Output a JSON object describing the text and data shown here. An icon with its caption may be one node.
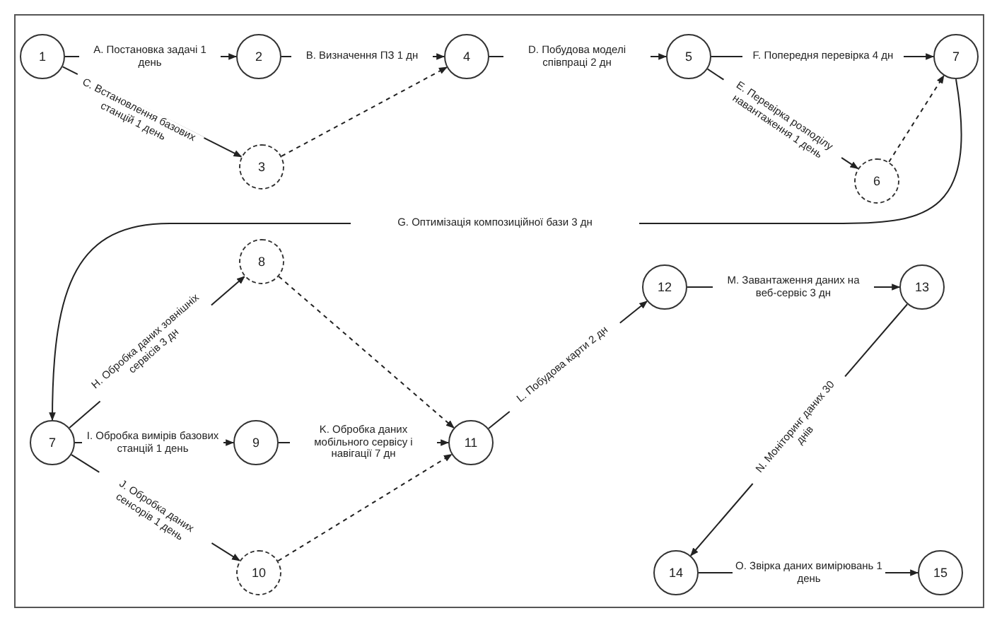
{
  "diagram": {
    "nodes": [
      {
        "text": [
          "1"
        ]
      },
      {
        "text": [
          "2"
        ]
      },
      {
        "text": [
          "3"
        ]
      },
      {
        "text": [
          "4"
        ]
      },
      {
        "text": [
          "5"
        ]
      },
      {
        "text": [
          "6"
        ]
      },
      {
        "text": [
          "7"
        ]
      },
      {
        "text": [
          "7"
        ]
      },
      {
        "text": [
          "8"
        ]
      },
      {
        "text": [
          "9"
        ]
      },
      {
        "text": [
          "10"
        ]
      },
      {
        "text": [
          "11"
        ]
      },
      {
        "text": [
          "12"
        ]
      },
      {
        "text": [
          "13"
        ]
      },
      {
        "text": [
          "14"
        ]
      },
      {
        "text": [
          "15"
        ]
      }
    ],
    "edges": [
      {
        "from": 0,
        "to": 1,
        "arrow": "to",
        "label": "A. Постановка задачі 1 день"
      },
      {
        "from": 1,
        "to": 3,
        "arrow": "to",
        "label": "B. Визначення ПЗ 1 дн"
      },
      {
        "from": 0,
        "to": 2,
        "arrow": "to",
        "label": "C. Встановлення базових станцій 1 день"
      },
      {
        "from": 2,
        "to": 3,
        "arrow": "to",
        "style": "dashed"
      },
      {
        "from": 3,
        "to": 4,
        "arrow": "to",
        "label": "D. Побудова моделі співпраці 2 дн"
      },
      {
        "from": 4,
        "to": 6,
        "arrow": "to",
        "label": "F. Попередня перевірка 4 дн"
      },
      {
        "from": 4,
        "to": 5,
        "arrow": "to",
        "label": "E. Перевірка розподілу навантаження 1 день"
      },
      {
        "from": 5,
        "to": 6,
        "arrow": "to",
        "style": "dashed"
      },
      {
        "from": 6,
        "to": 7,
        "arrow": "to",
        "label": "G. Оптимізація композиційної бази 3 дн"
      },
      {
        "from": 7,
        "to": 8,
        "arrow": "to",
        "label": "H. Обробка даних зовнішніх сервісів 3 дн"
      },
      {
        "from": 7,
        "to": 9,
        "arrow": "to",
        "label": "I. Обробка вимірів базових станцій 1 день"
      },
      {
        "from": 9,
        "to": 11,
        "arrow": "to",
        "label": "K. Обробка даних мобільного сервісу і навігації 7 дн"
      },
      {
        "from": 7,
        "to": 10,
        "arrow": "to",
        "label": "J. Обробка даних сенсорів 1 день"
      },
      {
        "from": 8,
        "to": 11,
        "arrow": "to",
        "style": "dashed"
      },
      {
        "from": 10,
        "to": 11,
        "arrow": "to",
        "style": "dashed"
      },
      {
        "from": 11,
        "to": 12,
        "arrow": "to",
        "label": "L. Побудова карти 2 дн"
      },
      {
        "from": 12,
        "to": 13,
        "arrow": "to",
        "label": "M. Завантаження даних на веб-сервіс 3 дн"
      },
      {
        "from": 13,
        "to": 14,
        "arrow": "to",
        "label": "N. Моніторинг даних 30 днів"
      },
      {
        "from": 14,
        "to": 15,
        "arrow": "to",
        "label": "O. Звірка даних вимірювань 1 день"
      }
    ]
  }
}
